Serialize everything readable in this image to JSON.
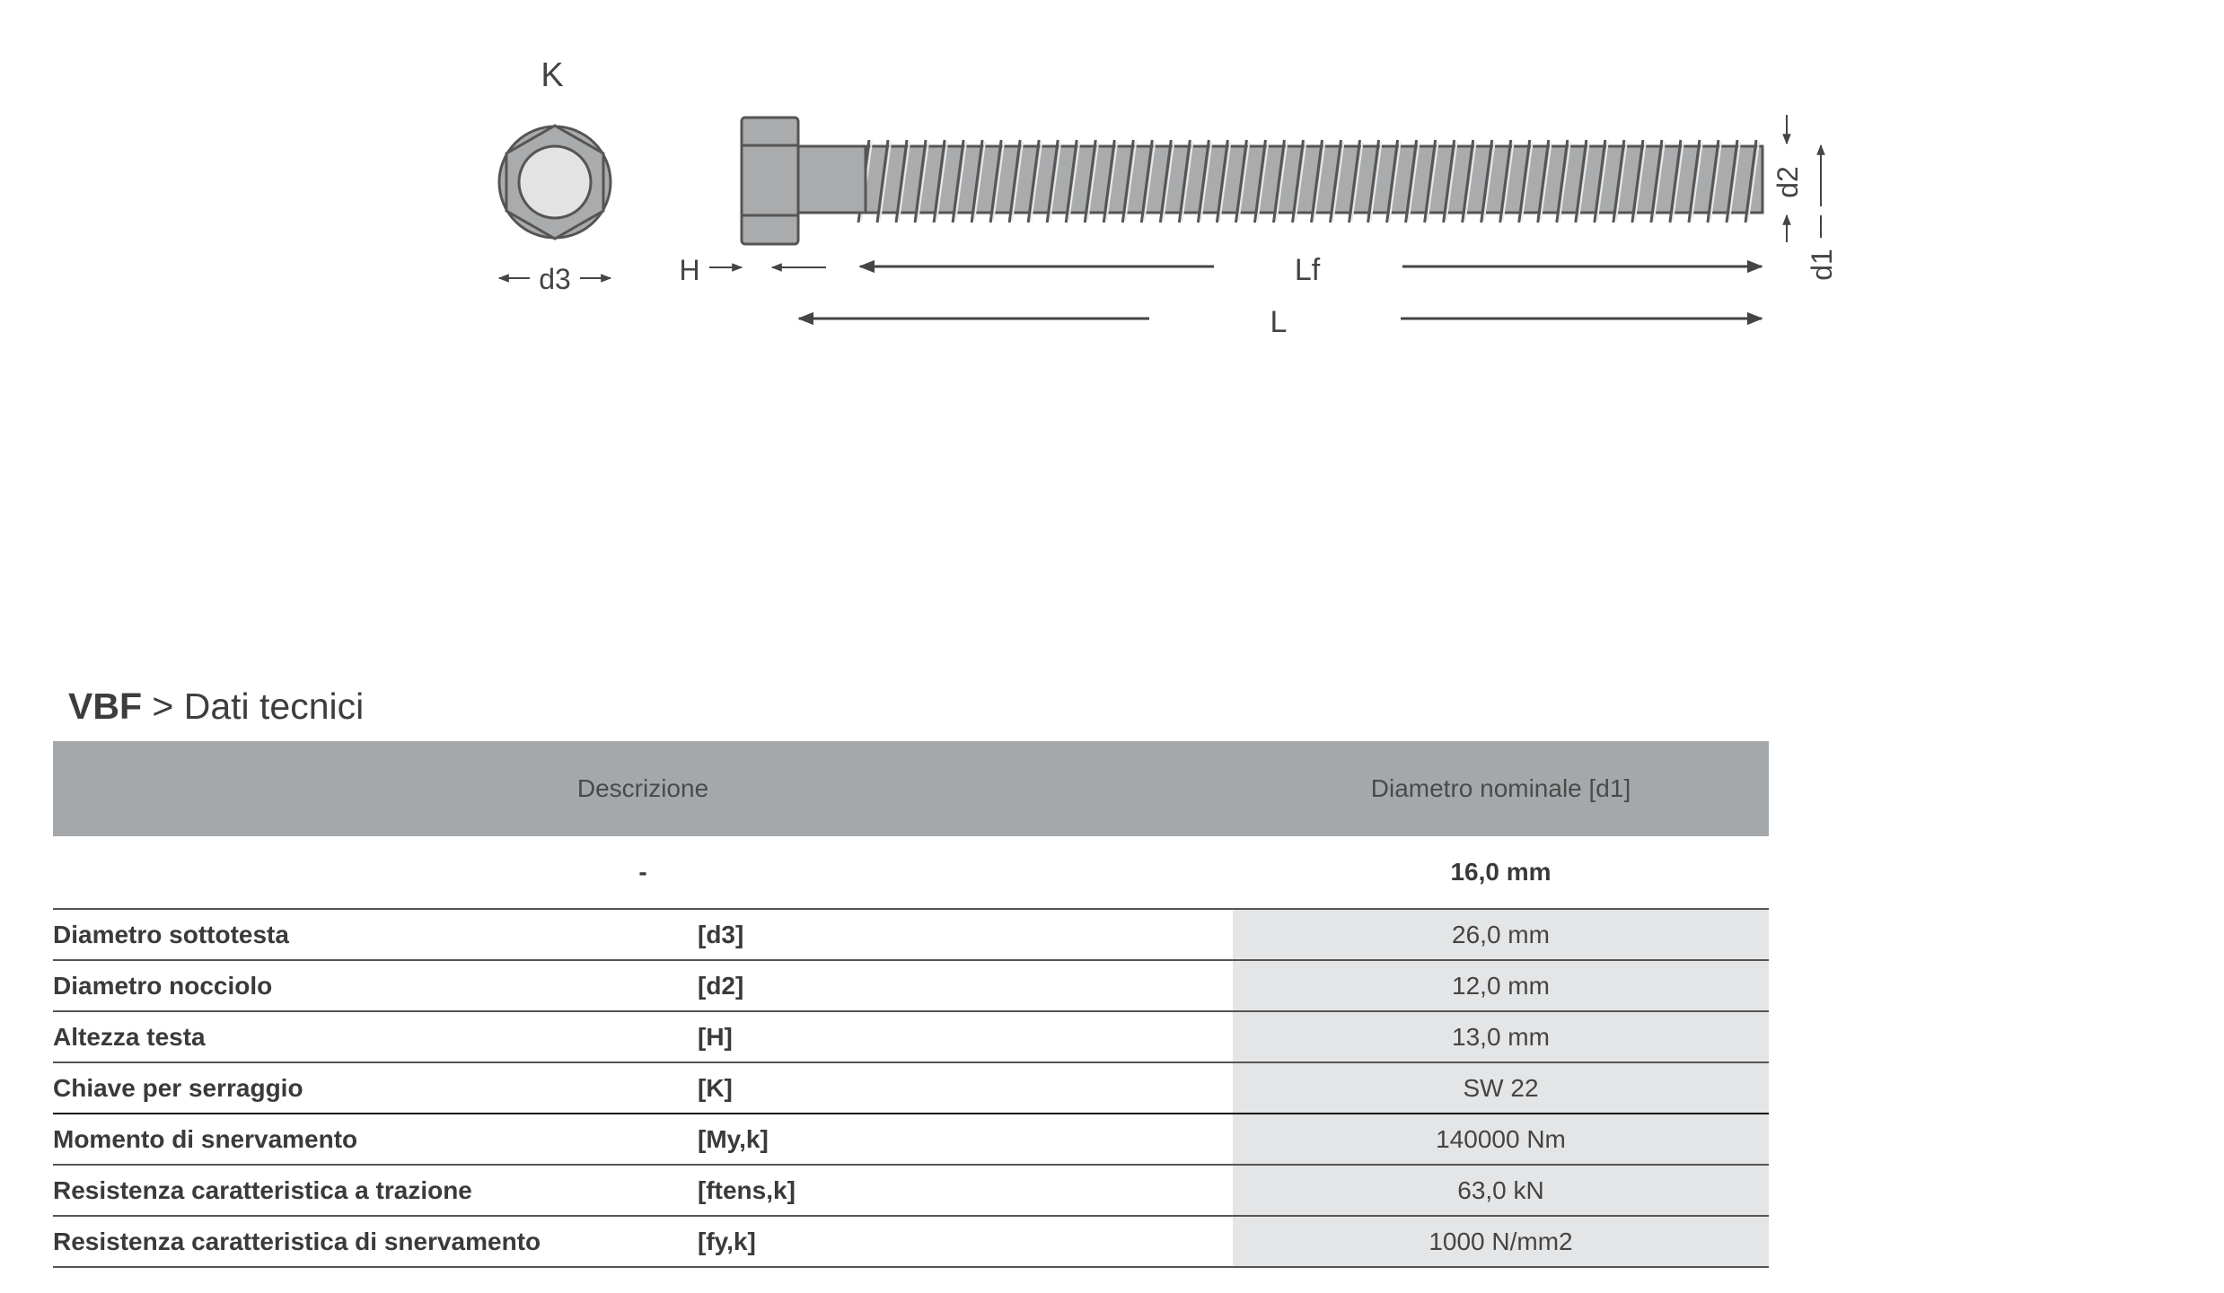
{
  "drawing": {
    "labels": {
      "k": "K",
      "d3": "d3",
      "h": "H",
      "lf": "Lf",
      "l": "L",
      "d2": "d2",
      "d1": "d1"
    },
    "thread_count": 48,
    "colors": {
      "metal": "#a9abad",
      "edge": "#555555",
      "light": "#e3e3e3"
    }
  },
  "title": {
    "product": "VBF",
    "separator": " > ",
    "section": "Dati tecnici"
  },
  "table": {
    "headers": [
      "Descrizione",
      "Diametro nominale [d1]"
    ],
    "subheader": {
      "description": "-",
      "value": "16,0 mm"
    },
    "rows": [
      {
        "name": "Diametro sottotesta",
        "symbol": "[d3]",
        "value": "26,0 mm"
      },
      {
        "name": "Diametro nocciolo",
        "symbol": "[d2]",
        "value": "12,0 mm"
      },
      {
        "name": "Altezza testa",
        "symbol": "[H]",
        "value": "13,0 mm"
      },
      {
        "name": "Chiave per serraggio",
        "symbol": "[K]",
        "value": "SW 22"
      },
      {
        "name": "Momento di snervamento",
        "symbol": "[My,k]",
        "value": "140000 Nm"
      },
      {
        "name": "Resistenza caratteristica a trazione",
        "symbol": "[ftens,k]",
        "value": "63,0 kN"
      },
      {
        "name": "Resistenza caratteristica di snervamento",
        "symbol": "[fy,k]",
        "value": "1000 N/mm2"
      }
    ]
  }
}
